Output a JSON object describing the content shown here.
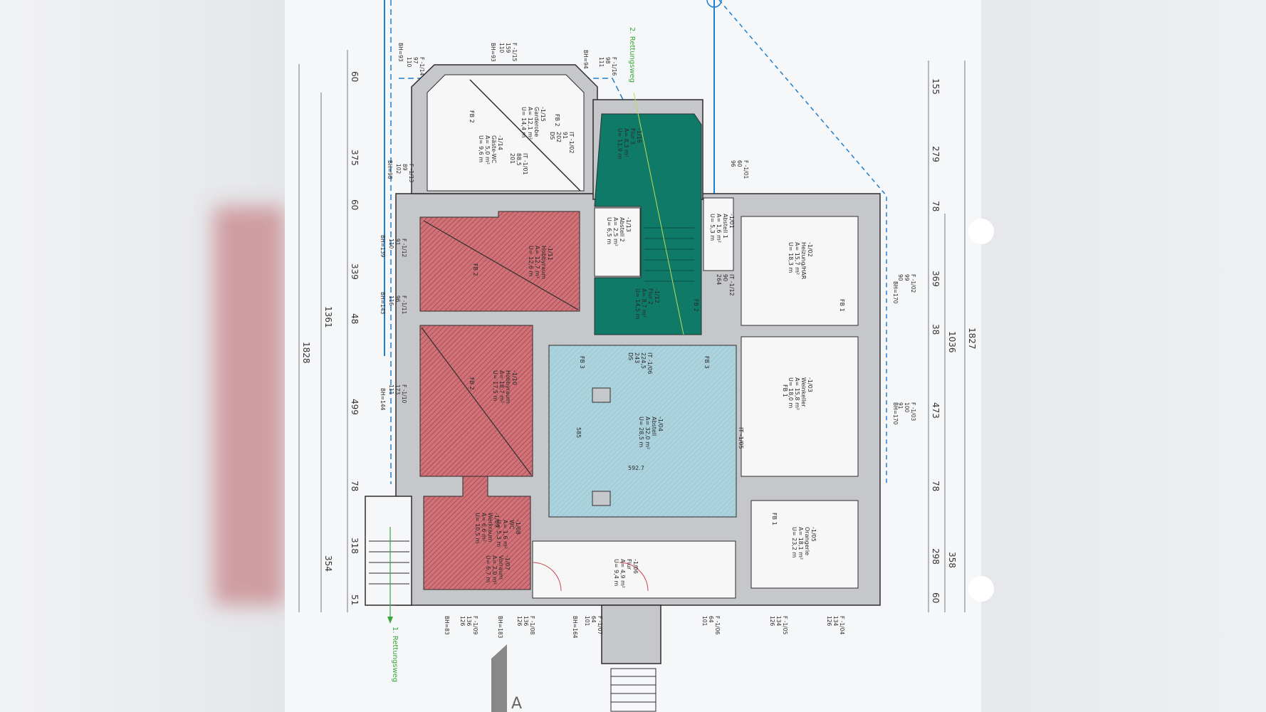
{
  "colors": {
    "paper": "#f6f7f9",
    "wall": "#c6c7cb",
    "outline": "#2e2e2e",
    "red_zone": "#c8636b",
    "green_zone": "#0f7a68",
    "blue_zone": "#a9d0dc",
    "pipe": "#1e7fd0",
    "escape": "#3aa83a"
  },
  "rooms": [
    {
      "id": "r15",
      "lines": [
        "-1/15",
        "Garderobe",
        "A= 12,1 m²",
        "U= 14,4 m"
      ]
    },
    {
      "id": "r14",
      "lines": [
        "-1/14",
        "Gäste-WC",
        "A= 5,0 m²",
        "U= 9,6 m"
      ]
    },
    {
      "id": "r16",
      "lines": [
        "-1/16",
        "Flur 3",
        "A= 8,3 m²",
        "U= 11,9 m"
      ]
    },
    {
      "id": "r13",
      "lines": [
        "-1/13",
        "Abstell 2",
        "A= 2,5 m²",
        "U= 6,5 m"
      ]
    },
    {
      "id": "r12",
      "lines": [
        "-1/12",
        "Flur 2",
        "A= 8,7 m²",
        "U= 14,5 m"
      ]
    },
    {
      "id": "r11",
      "lines": [
        "-1/11",
        "Hobbyraum",
        "A= 12,7 m²",
        "U= 12,6 m"
      ]
    },
    {
      "id": "r10",
      "lines": [
        "-1/10",
        "Hobbyraum",
        "A= 18,7 m²",
        "U= 17,5 m"
      ]
    },
    {
      "id": "r09",
      "lines": [
        "-1/09",
        "Werkraum",
        "A= 6,6 m²",
        "U= 10,5 m"
      ]
    },
    {
      "id": "r08",
      "lines": [
        "-1/08",
        "WC",
        "A= 1,6 m²",
        "U= 5,3 m"
      ]
    },
    {
      "id": "r07",
      "lines": [
        "-1/07",
        "Vorraum",
        "A= 2,0 m²",
        "U= 6,7 m"
      ]
    },
    {
      "id": "r06",
      "lines": [
        "-1/06",
        "Flur",
        "A= 4,9 m²",
        "U= 9,4 m"
      ]
    },
    {
      "id": "r04",
      "lines": [
        "-1/04",
        "Abstell",
        "A= 32,0 m²",
        "U= 28,5 m"
      ]
    },
    {
      "id": "r01",
      "lines": [
        "-1/01",
        "Abstell 1",
        "A= 1,6 m²",
        "U= 5,3 m"
      ]
    },
    {
      "id": "r02",
      "lines": [
        "-1/02",
        "Heizung/HAR",
        "A= 15,7 m²",
        "U= 18,3 m"
      ]
    },
    {
      "id": "r03",
      "lines": [
        "-1/03",
        "Weinkeller",
        "A= 15,8 m²",
        "U= 18,0 m"
      ]
    },
    {
      "id": "r05",
      "lines": [
        "-1/05",
        "Orangerie",
        "A= 18,1 m²",
        "U= 23,2 m"
      ]
    }
  ],
  "fire_labels": [
    "FB 2",
    "FB 2",
    "FB 2",
    "FB 2",
    "FB 2",
    "FB 3",
    "FB 3",
    "FB 1",
    "FB 1",
    "FB 1"
  ],
  "door_labels": [
    {
      "id": "d01",
      "lines": [
        "IT -1/01",
        "88,5",
        "201"
      ]
    },
    {
      "id": "d02",
      "lines": [
        "IT -1/02",
        "91",
        "202",
        "DS"
      ]
    },
    {
      "id": "d06",
      "lines": [
        "IT -1/06",
        "224,5",
        "243",
        "DS"
      ]
    },
    {
      "id": "d12",
      "lines": [
        "IT -1/12",
        "90",
        "264"
      ]
    },
    {
      "id": "d05",
      "lines": [
        "IT -1/05"
      ]
    }
  ],
  "measures": [
    "592.7",
    "585"
  ],
  "window_tags": [
    {
      "id": "w14",
      "lines": [
        "F -1/14",
        "97",
        "110"
      ]
    },
    {
      "id": "bh93a",
      "lines": [
        "BH=93"
      ]
    },
    {
      "id": "w15",
      "lines": [
        "F -1/15",
        "159",
        "110"
      ]
    },
    {
      "id": "bh93b",
      "lines": [
        "BH=93"
      ]
    },
    {
      "id": "w16",
      "lines": [
        "F -1/16",
        "98",
        "111"
      ]
    },
    {
      "id": "bh94",
      "lines": [
        "BH=94"
      ]
    },
    {
      "id": "w13",
      "lines": [
        "F -1/13",
        "89",
        "102"
      ]
    },
    {
      "id": "bh98",
      "lines": [
        "BH=98"
      ]
    },
    {
      "id": "w12",
      "lines": [
        "F -1/12",
        "91",
        "110"
      ]
    },
    {
      "id": "bh139",
      "lines": [
        "BH=139"
      ]
    },
    {
      "id": "w11",
      "lines": [
        "F -1/11",
        "96",
        "116"
      ]
    },
    {
      "id": "bh143",
      "lines": [
        "BH=143"
      ]
    },
    {
      "id": "w10",
      "lines": [
        "F -1/10",
        "173",
        "111"
      ]
    },
    {
      "id": "bh144a",
      "lines": [
        "BH=144"
      ]
    },
    {
      "id": "w01",
      "lines": [
        "F -1/01",
        "60",
        "96"
      ]
    },
    {
      "id": "w02",
      "lines": [
        "F -1/02",
        "99",
        "90"
      ]
    },
    {
      "id": "bh170a",
      "lines": [
        "BH=170"
      ]
    },
    {
      "id": "w03",
      "lines": [
        "F -1/03",
        "100",
        "91"
      ]
    },
    {
      "id": "bh170b",
      "lines": [
        "BH=170"
      ]
    },
    {
      "id": "bh83",
      "lines": [
        "BH=83"
      ]
    },
    {
      "id": "w09",
      "lines": [
        "F -1/09",
        "136",
        "126"
      ]
    },
    {
      "id": "bh183",
      "lines": [
        "BH=183"
      ]
    },
    {
      "id": "w08",
      "lines": [
        "F -1/08",
        "136",
        "126"
      ]
    },
    {
      "id": "bh164",
      "lines": [
        "BH=164"
      ]
    },
    {
      "id": "w07",
      "lines": [
        "F -1/07",
        "64",
        "101"
      ]
    },
    {
      "id": "w06",
      "lines": [
        "F -1/06",
        "64",
        "101"
      ]
    },
    {
      "id": "w05",
      "lines": [
        "F -1/05",
        "134",
        "126"
      ]
    },
    {
      "id": "w04",
      "lines": [
        "F -1/04",
        "134",
        "126"
      ]
    }
  ],
  "dimensions_left": {
    "outer": [
      "1828"
    ],
    "middle": [
      "1361",
      "354"
    ],
    "inner": [
      "60",
      "375",
      "60",
      "339",
      "48",
      "499",
      "78",
      "318",
      "51"
    ]
  },
  "dimensions_right": {
    "inner": [
      "155",
      "279",
      "78",
      "369",
      "38",
      "473",
      "78",
      "298",
      "60"
    ],
    "middle": [
      "1036",
      "358"
    ],
    "outer": [
      "1827"
    ]
  },
  "escape_routes": {
    "first": "1. Rettungsweg",
    "second": "2. Rettungsweg"
  },
  "section_marker": "A"
}
